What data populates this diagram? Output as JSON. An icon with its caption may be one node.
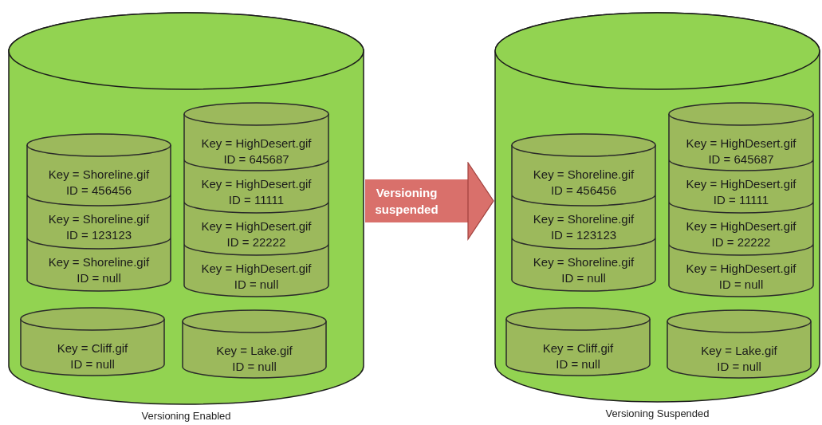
{
  "diagram": {
    "nodes": [
      {
        "text": [],
        "shape": "cylinder",
        "beside": [
          "Versioning Enabled"
        ]
      },
      {
        "text": [
          "Key = Shoreline.gif",
          "ID = 456456"
        ],
        "in": 0
      },
      {
        "text": [
          "Key = Shoreline.gif",
          "ID = 123123"
        ],
        "in": 0
      },
      {
        "text": [
          "Key = Shoreline.gif",
          "ID = null"
        ],
        "in": 0
      },
      {
        "text": [
          "Key = HighDesert.gif",
          "ID = 645687"
        ],
        "in": 0
      },
      {
        "text": [
          "Key = HighDesert.gif",
          "ID = 11111"
        ],
        "in": 0
      },
      {
        "text": [
          "Key = HighDesert.gif",
          "ID = 22222"
        ],
        "in": 0
      },
      {
        "text": [
          "Key = HighDesert.gif",
          "ID = null"
        ],
        "in": 0
      },
      {
        "text": [
          "Key = Cliff.gif",
          "ID = null"
        ],
        "in": 0
      },
      {
        "text": [
          "Key = Lake.gif",
          "ID = null"
        ],
        "in": 0
      },
      {
        "text": [],
        "shape": "cylinder",
        "beside": [
          "Versioning Suspended"
        ]
      },
      {
        "text": [
          "Key = Shoreline.gif",
          "ID = 456456"
        ],
        "in": 10
      },
      {
        "text": [
          "Key = Shoreline.gif",
          "ID = 123123"
        ],
        "in": 10
      },
      {
        "text": [
          "Key = Shoreline.gif",
          "ID = null"
        ],
        "in": 10
      },
      {
        "text": [
          "Key = HighDesert.gif",
          "ID = 645687"
        ],
        "in": 10
      },
      {
        "text": [
          "Key = HighDesert.gif",
          "ID = 11111"
        ],
        "in": 10
      },
      {
        "text": [
          "Key = HighDesert.gif",
          "ID = 22222"
        ],
        "in": 10
      },
      {
        "text": [
          "Key = HighDesert.gif",
          "ID = null"
        ],
        "in": 10
      },
      {
        "text": [
          "Key = Cliff.gif",
          "ID = null"
        ],
        "in": 10
      },
      {
        "text": [
          "Key = Lake.gif",
          "ID = null"
        ],
        "in": 10
      }
    ],
    "edges": [
      {
        "from": 0,
        "to": 10,
        "arrow": "to",
        "label": "Versioning suspended"
      }
    ]
  }
}
